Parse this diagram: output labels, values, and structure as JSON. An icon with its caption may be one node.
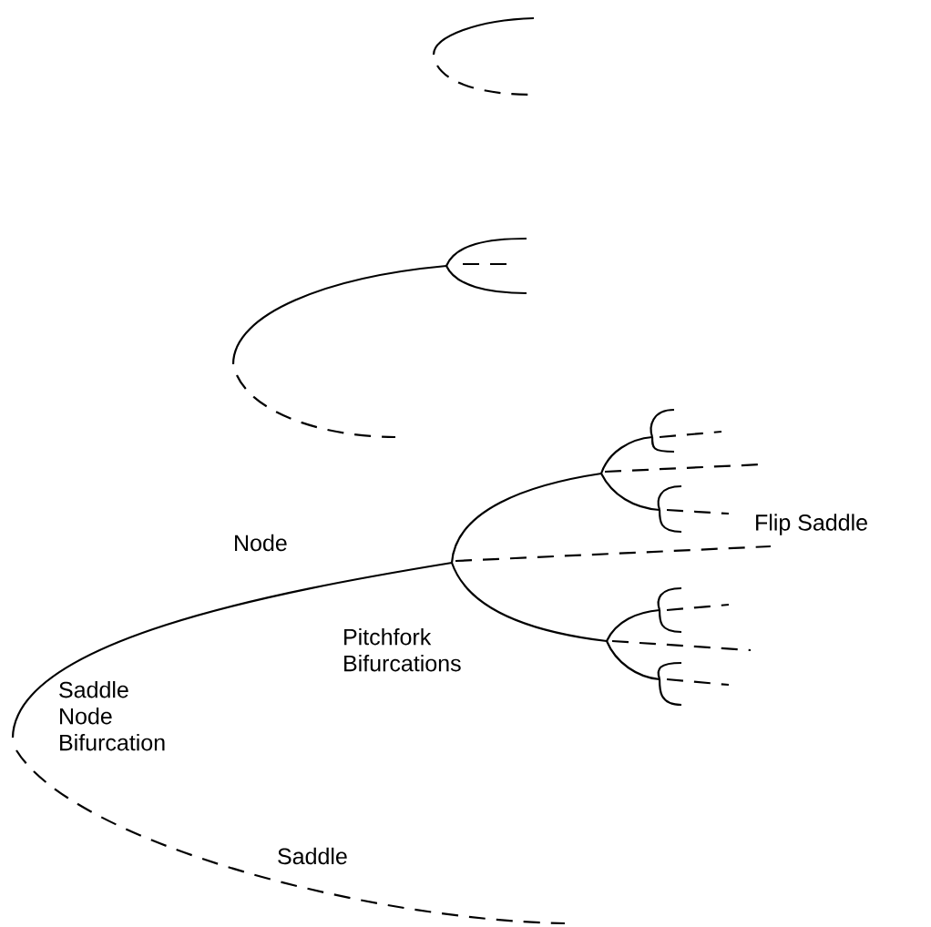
{
  "diagram": {
    "labels": [
      "Node",
      "Pitchfork Bifurcations",
      "Flip Saddle",
      "Saddle Node Bifurcation",
      "Saddle"
    ]
  }
}
